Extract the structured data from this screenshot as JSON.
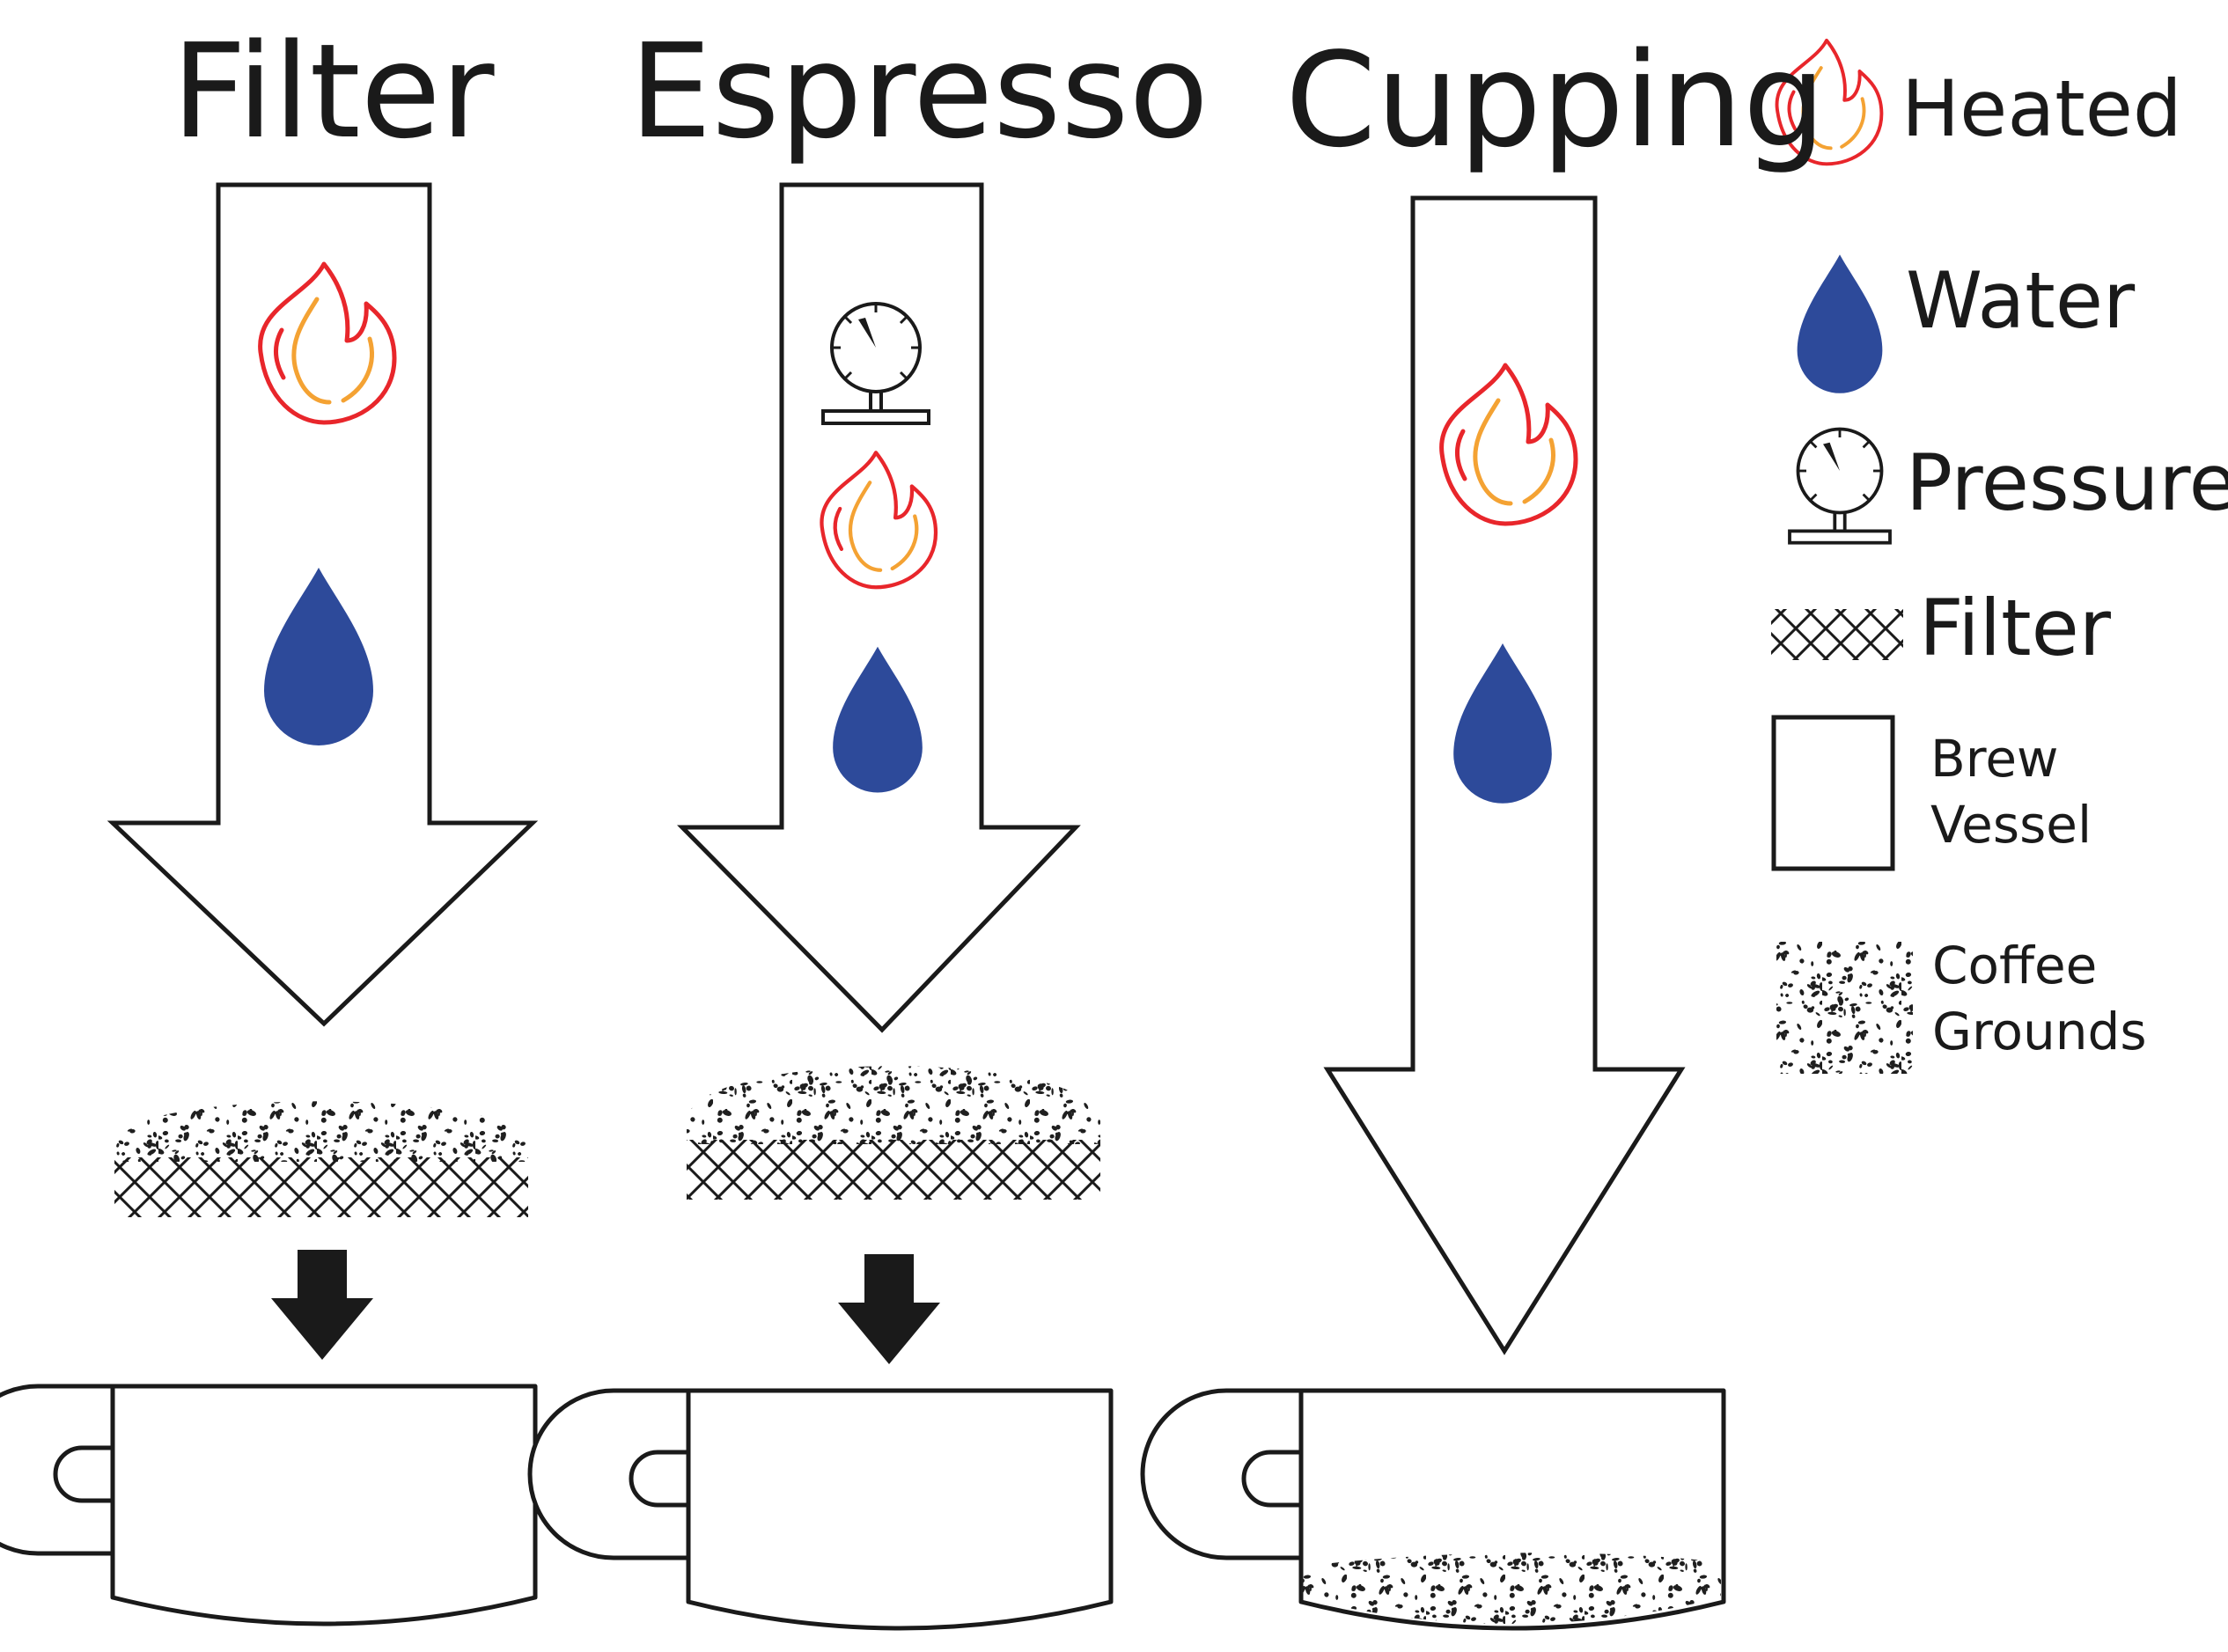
{
  "methods": [
    {
      "title": "Filter"
    },
    {
      "title": "Espresso"
    },
    {
      "title": "Cupping"
    }
  ],
  "legend": {
    "heated": "Heated",
    "water": "Water",
    "pressure": "Pressure",
    "filter": "Filter",
    "brew_vessel": [
      "Brew",
      "Vessel"
    ],
    "coffee_grounds": [
      "Coffee",
      "Grounds"
    ]
  },
  "colors": {
    "flame_outer": "#e8262b",
    "flame_inner": "#f4a233",
    "water": "#2d4a9a",
    "line": "#1a1a1a",
    "grounds": "#1f1f1f"
  }
}
